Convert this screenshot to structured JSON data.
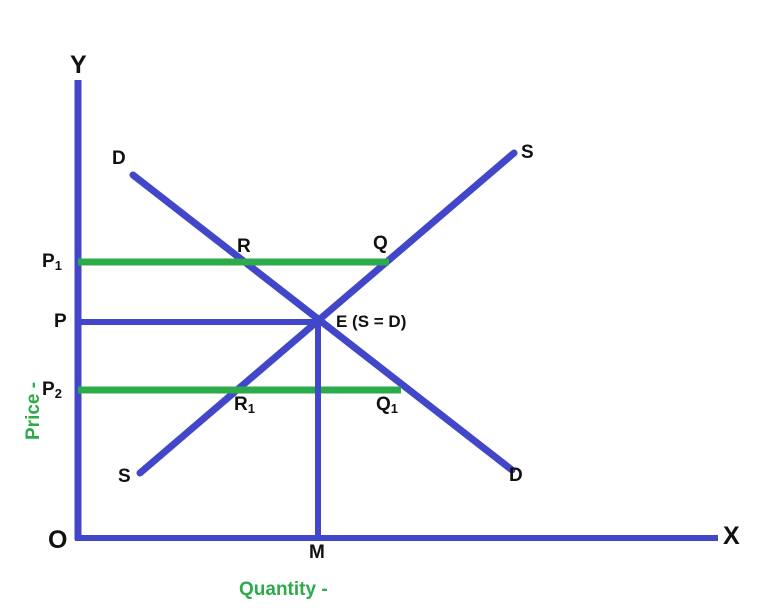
{
  "chart_data": {
    "type": "line",
    "title": "",
    "xlabel": "Quantity -",
    "ylabel": "Price -",
    "grid": false,
    "legend": "none",
    "axes": {
      "x_axis_label": "X",
      "y_axis_label": "Y",
      "origin_label": "O"
    },
    "series": [
      {
        "name": "Demand",
        "label": "D",
        "color": "#4147C8",
        "start_label": "D",
        "end_label": "D",
        "points": [
          [
            133,
            175
          ],
          [
            510,
            470
          ]
        ],
        "slope": "downward"
      },
      {
        "name": "Supply",
        "label": "S",
        "color": "#4147C8",
        "start_label": "S",
        "end_label": "S",
        "points": [
          [
            140,
            473
          ],
          [
            512,
            153
          ]
        ],
        "slope": "upward"
      }
    ],
    "price_lines": [
      {
        "name": "P1",
        "label": "P",
        "subscript": "1",
        "y": 262,
        "x_end": 388,
        "color": "#2CAB4A"
      },
      {
        "name": "P",
        "label": "P",
        "subscript": "",
        "y": 322,
        "x_end": 318,
        "color": "#4147C8"
      },
      {
        "name": "P2",
        "label": "P",
        "subscript": "2",
        "y": 390,
        "x_end": 400,
        "color": "#2CAB4A"
      }
    ],
    "quantity_lines": [
      {
        "name": "M",
        "label": "M",
        "x": 318,
        "y_top": 322,
        "y_bottom": 538,
        "color": "#4147C8"
      }
    ],
    "annotations": [
      {
        "name": "equilibrium",
        "text": "E   (S = D)",
        "x": 340,
        "y": 322
      },
      {
        "name": "point-R",
        "text": "R",
        "x": 248,
        "y": 262
      },
      {
        "name": "point-Q",
        "text": "Q",
        "x": 388,
        "y": 262
      },
      {
        "name": "point-R1",
        "text": "R",
        "subscript": "1",
        "x": 248,
        "y": 390
      },
      {
        "name": "point-Q1",
        "text": "Q",
        "subscript": "1",
        "x": 400,
        "y": 390
      }
    ]
  },
  "labels": {
    "y_axis": "Y",
    "x_axis": "X",
    "origin": "O",
    "demand_top": "D",
    "demand_bottom": "D",
    "supply_top": "S",
    "supply_bottom": "S",
    "price_1": "P",
    "price_1_sub": "1",
    "price_eq": "P",
    "price_2": "P",
    "price_2_sub": "2",
    "point_r": "R",
    "point_q": "Q",
    "point_r1": "R",
    "point_r1_sub": "1",
    "point_q1": "Q",
    "point_q1_sub": "1",
    "equilibrium": "E   (S = D)",
    "quantity_m": "M",
    "x_caption": "Quantity -",
    "y_caption": "Price -"
  },
  "colors": {
    "blue": "#4147C8",
    "green": "#2CAB4A",
    "text": "#111111",
    "background": "#FFFFFF"
  }
}
